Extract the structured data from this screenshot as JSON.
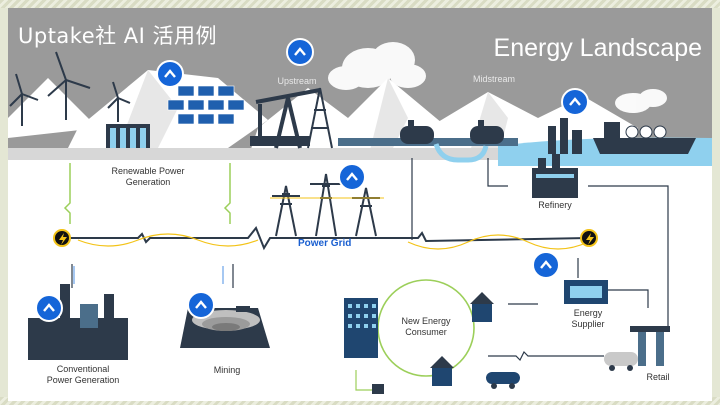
{
  "slide": {
    "title": "Uptake社 AI 活用例",
    "heading": "Energy Landscape"
  },
  "labels": {
    "upstream": "Upstream",
    "midstream": "Midstream",
    "renewable": "Renewable Power\nGeneration",
    "refinery": "Refinery",
    "power_grid": "Power Grid",
    "new_energy": "New Energy\nConsumer",
    "energy_supplier": "Energy\nSupplier",
    "conventional": "Conventional\nPower Generation",
    "mining": "Mining",
    "retail": "Retail"
  },
  "colors": {
    "sky": "#9a9a9a",
    "accent_blue": "#1565d8",
    "water": "#8fd0ee",
    "flow_green": "#9ccf5a",
    "grid_yellow": "#f3c318",
    "line_dark": "#2d3a4a"
  },
  "icons": [
    "chevron-up-icon",
    "lightning-bolt-icon",
    "wind-turbine-icon",
    "solar-panel-icon",
    "oil-pump-icon",
    "transmission-tower-icon",
    "ship-icon",
    "factory-icon",
    "building-icon",
    "house-icon",
    "car-icon",
    "charging-station-icon"
  ]
}
